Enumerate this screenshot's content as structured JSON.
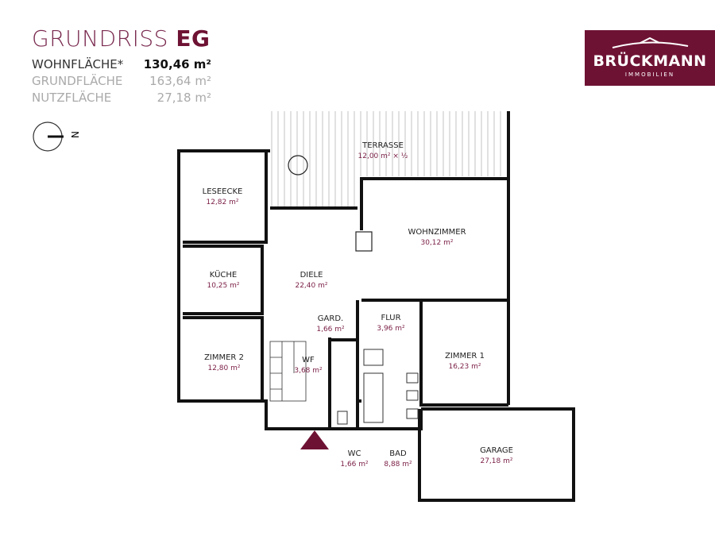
{
  "header": {
    "title_light": "GRUNDRISS",
    "title_bold": "EG",
    "rows": [
      {
        "label": "WOHNFLÄCHE*",
        "value": "130,46 m²"
      },
      {
        "label": "GRUNDFLÄCHE",
        "value": "163,64 m²"
      },
      {
        "label": "NUTZFLÄCHE",
        "value": "27,18 m²"
      }
    ]
  },
  "logo": {
    "name": "BRÜCKMANN",
    "sub": "IMMOBILIEN",
    "color": "#6e1233"
  },
  "compass": {
    "label": "N"
  },
  "rooms": [
    {
      "name": "TERRASSE",
      "area": "12,00 m² × ½"
    },
    {
      "name": "LESEECKE",
      "area": "12,82 m²"
    },
    {
      "name": "WOHNZIMMER",
      "area": "30,12 m²"
    },
    {
      "name": "KÜCHE",
      "area": "10,25 m²"
    },
    {
      "name": "DIELE",
      "area": "22,40 m²"
    },
    {
      "name": "GARD.",
      "area": "1,66 m²"
    },
    {
      "name": "FLUR",
      "area": "3,96 m²"
    },
    {
      "name": "ZIMMER 1",
      "area": "16,23 m²"
    },
    {
      "name": "ZIMMER 2",
      "area": "12,80 m²"
    },
    {
      "name": "WF",
      "area": "3,68 m²"
    },
    {
      "name": "WC",
      "area": "1,66 m²"
    },
    {
      "name": "BAD",
      "area": "8,88 m²"
    },
    {
      "name": "GARAGE",
      "area": "27,18 m²"
    }
  ]
}
